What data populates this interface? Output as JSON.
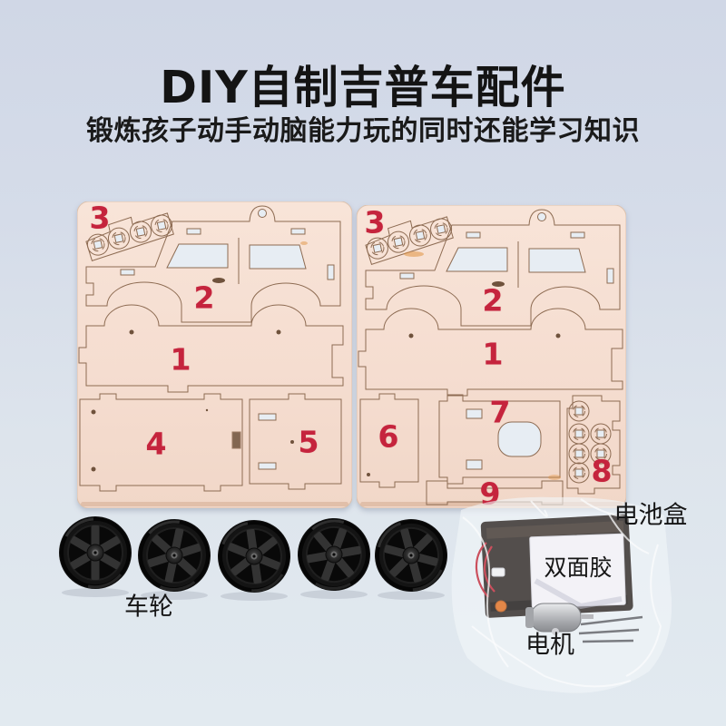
{
  "header": {
    "title": "DIY自制吉普车配件",
    "subtitle": "锻炼孩子动手动脑能力玩的同时还能学习知识"
  },
  "boards": {
    "left": {
      "part_numbers": [
        "3",
        "2",
        "1",
        "4",
        "5"
      ]
    },
    "right": {
      "part_numbers": [
        "3",
        "2",
        "1",
        "6",
        "7",
        "8",
        "9"
      ]
    }
  },
  "components": {
    "wheel_count": 5,
    "wheels_label": "车轮",
    "battery_box_label": "电池盒",
    "tape_label": "双面胶",
    "motor_label": "电机"
  },
  "colors": {
    "background": "#d5dce9",
    "board_wood": "#f6dfd2",
    "cut_line": "#8d6b52",
    "part_number_red": "#c5243d",
    "text_black": "#141414",
    "wheel_black": "#151515"
  }
}
